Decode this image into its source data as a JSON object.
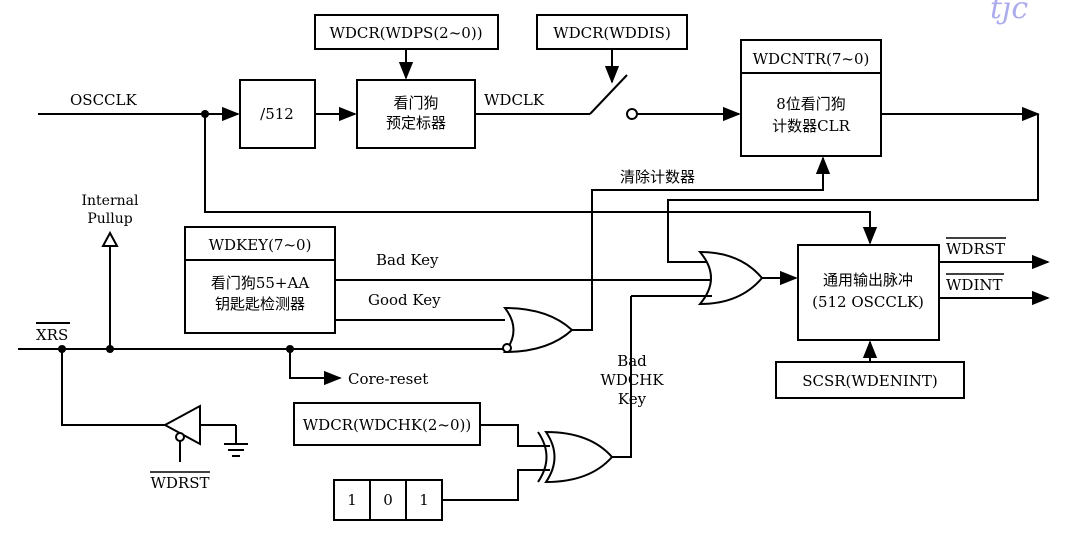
{
  "watermark": "tjc",
  "signals": {
    "osc": "OSCCLK",
    "wdclk": "WDCLK",
    "internal_pullup_line1": "Internal",
    "internal_pullup_line2": "Pullup",
    "xrs": "XRS",
    "core_reset": "Core-reset",
    "bad_key": "Bad Key",
    "good_key": "Good Key",
    "clear_counter": "清除计数器",
    "bad_wdchk_line1": "Bad",
    "bad_wdchk_line2": "WDCHK",
    "bad_wdchk_line3": "Key",
    "out_wdrst": "WDRST",
    "out_wdint": "WDINT",
    "wdrst_bottom": "WDRST"
  },
  "blocks": {
    "wdps": "WDCR(WDPS(2~0))",
    "wddis": "WDCR(WDDIS)",
    "div512": "/512",
    "prescaler_line1": "看门狗",
    "prescaler_line2": "预定标器",
    "wdcntr_header": "WDCNTR(7~0)",
    "counter_line1": "8位看门狗",
    "counter_line2": "计数器CLR",
    "wdkey_header": "WDKEY(7~0)",
    "key_line1": "看门狗55+AA",
    "key_line2": "钥匙匙检测器",
    "pulse_line1": "通用输出脉冲",
    "pulse_line2": "(512 OSCCLK)",
    "scsr": "SCSR(WDENINT)",
    "wdchk": "WDCR(WDCHK(2~0))",
    "bits": [
      "1",
      "0",
      "1"
    ]
  }
}
